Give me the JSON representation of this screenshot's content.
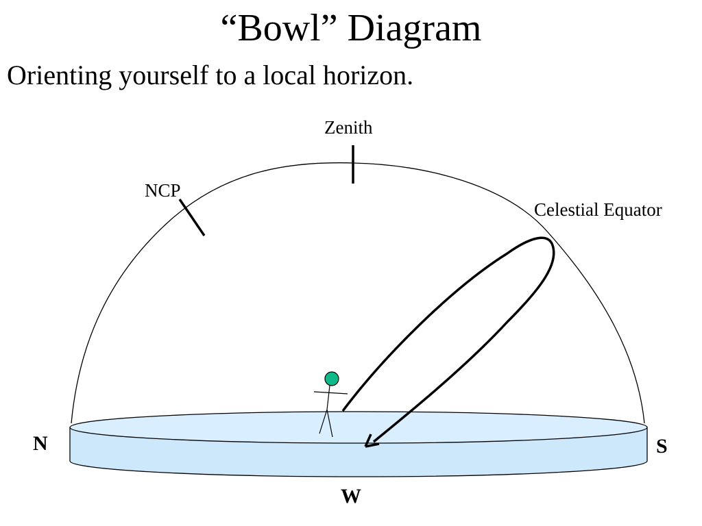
{
  "slide": {
    "title": "“Bowl” Diagram",
    "subtitle": "Orienting yourself to a local horizon."
  },
  "labels": {
    "zenith": "Zenith",
    "ncp": "NCP",
    "celestial_equator": "Celestial Equator",
    "north": "N",
    "south": "S",
    "west": "W"
  },
  "colors": {
    "horizon_fill": "#d9efff",
    "horizon_side_fill": "#cde8fb",
    "observer_head": "#10b98a",
    "lines": "#000000"
  },
  "icons": {
    "observer": "stick-figure-icon"
  }
}
